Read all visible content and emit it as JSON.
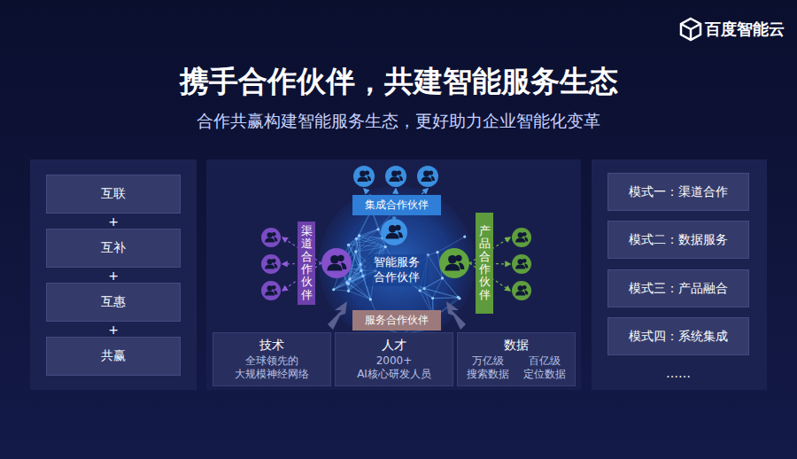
{
  "diagram": {
    "title": "携手合作伙伴，共建智能服务生态",
    "nodes": [
      {
        "text": [
          "互联"
        ]
      },
      {
        "text": [
          "互补"
        ]
      },
      {
        "text": [
          "互惠"
        ]
      },
      {
        "text": [
          "共赢"
        ]
      },
      {
        "text": [
          "集成合作伙伴"
        ]
      },
      {
        "text": [
          "渠道合作伙伴"
        ]
      },
      {
        "text": [
          "智能服务 合作伙伴"
        ]
      },
      {
        "text": [
          "产品合作伙伴"
        ]
      },
      {
        "text": [
          "服务合作伙伴"
        ]
      },
      {
        "text": [
          "技术",
          "全球领先的 大规模神经网络"
        ]
      },
      {
        "text": [
          "人才",
          "2000+ AI核心研发人员"
        ]
      },
      {
        "text": [
          "数据",
          "万亿级 搜索数据",
          "百亿级 定位数据"
        ]
      },
      {
        "text": [
          "模式一：渠道合作"
        ]
      },
      {
        "text": [
          "模式二：数据服务"
        ]
      },
      {
        "text": [
          "模式三：产品融合"
        ]
      },
      {
        "text": [
          "模式四：系统集成"
        ]
      }
    ],
    "labels": [
      "百度智能云",
      "合作共赢构建智能服务生态，更好助力企业智能化变革",
      "+",
      "+",
      "+",
      "……"
    ]
  }
}
